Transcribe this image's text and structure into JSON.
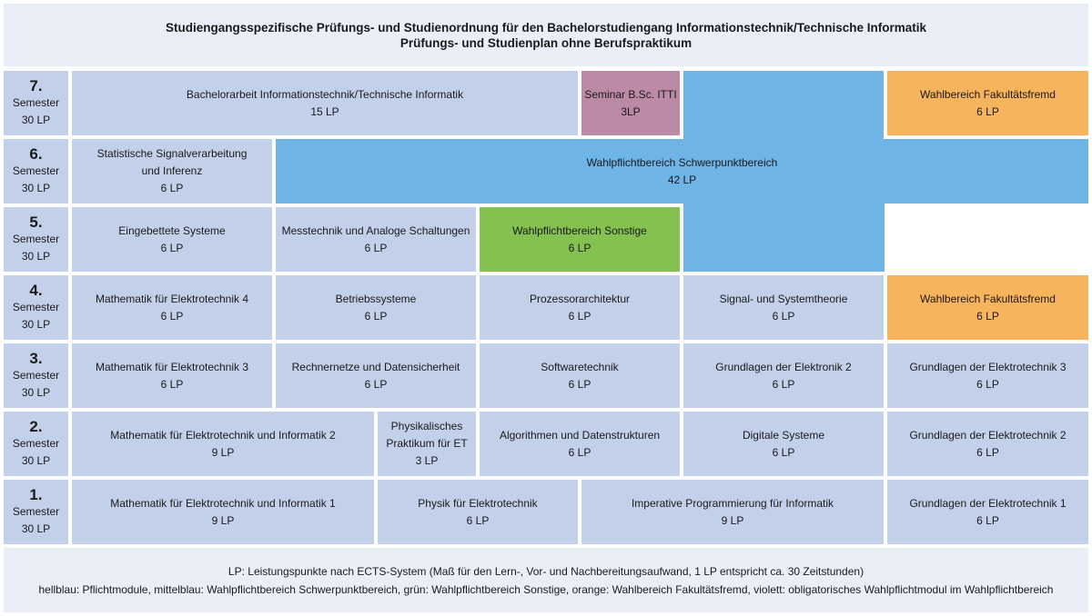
{
  "header": {
    "title_line1": "Studiengangsspezifische Prüfungs- und Studienordnung für den Bachelorstudiengang Informationstechnik/Technische Informatik",
    "title_line2": "Prüfungs- und Studienplan ohne Berufspraktikum"
  },
  "semesters": [
    {
      "number": "7.",
      "label": "Semester",
      "lp": "30 LP"
    },
    {
      "number": "6.",
      "label": "Semester",
      "lp": "30 LP"
    },
    {
      "number": "5.",
      "label": "Semester",
      "lp": "30 LP"
    },
    {
      "number": "4.",
      "label": "Semester",
      "lp": "30 LP"
    },
    {
      "number": "3.",
      "label": "Semester",
      "lp": "30 LP"
    },
    {
      "number": "2.",
      "label": "Semester",
      "lp": "30 LP"
    },
    {
      "number": "1.",
      "label": "Semester",
      "lp": "30 LP"
    }
  ],
  "modules": {
    "s7_bachelorarbeit": {
      "name": "Bachelorarbeit Informationstechnik/Technische Informatik",
      "lp": "15 LP"
    },
    "s7_seminar": {
      "name": "Seminar B.Sc. ITTI",
      "lp": "3LP"
    },
    "s7_fakultaetsfremd": {
      "name": "Wahlbereich Fakultätsfremd",
      "lp": "6 LP"
    },
    "s6_signalverarbeitung": {
      "name": "Statistische Signalverarbeitung\nund Inferenz",
      "lp": "6 LP"
    },
    "schwerpunkt": {
      "name": "Wahlpflichtbereich Schwerpunktbereich",
      "lp": "42 LP"
    },
    "s5_eingebettet": {
      "name": "Eingebettete Systeme",
      "lp": "6 LP"
    },
    "s5_messtechnik": {
      "name": "Messtechnik und Analoge Schaltungen",
      "lp": "6 LP"
    },
    "s5_sonstige": {
      "name": "Wahlpflichtbereich Sonstige",
      "lp": "6 LP"
    },
    "s4_mathe4": {
      "name": "Mathematik für Elektrotechnik 4",
      "lp": "6 LP"
    },
    "s4_betriebssysteme": {
      "name": "Betriebssysteme",
      "lp": "6 LP"
    },
    "s4_prozessor": {
      "name": "Prozessorarchitektur",
      "lp": "6 LP"
    },
    "s4_signal": {
      "name": "Signal- und Systemtheorie",
      "lp": "6 LP"
    },
    "s4_fakultaetsfremd": {
      "name": "Wahlbereich Fakultätsfremd",
      "lp": "6 LP"
    },
    "s3_mathe3": {
      "name": "Mathematik für Elektrotechnik 3",
      "lp": "6 LP"
    },
    "s3_rechnernetze": {
      "name": "Rechnernetze und Datensicherheit",
      "lp": "6 LP"
    },
    "s3_software": {
      "name": "Softwaretechnik",
      "lp": "6 LP"
    },
    "s3_elektronik2": {
      "name": "Grundlagen der Elektronik 2",
      "lp": "6 LP"
    },
    "s3_et3": {
      "name": "Grundlagen der Elektrotechnik 3",
      "lp": "6 LP"
    },
    "s2_mathe2": {
      "name": "Mathematik für Elektrotechnik und Informatik 2",
      "lp": "9 LP"
    },
    "s2_praktikum": {
      "name": "Physikalisches\nPraktikum für ET",
      "lp": "3 LP"
    },
    "s2_algorithmen": {
      "name": "Algorithmen und Datenstrukturen",
      "lp": "6 LP"
    },
    "s2_digital": {
      "name": "Digitale Systeme",
      "lp": "6 LP"
    },
    "s2_et2": {
      "name": "Grundlagen der Elektrotechnik 2",
      "lp": "6 LP"
    },
    "s1_mathe1": {
      "name": "Mathematik für Elektrotechnik und Informatik 1",
      "lp": "9 LP"
    },
    "s1_physik": {
      "name": "Physik für Elektrotechnik",
      "lp": "6 LP"
    },
    "s1_programmierung": {
      "name": "Imperative Programmierung für Informatik",
      "lp": "9 LP"
    },
    "s1_et1": {
      "name": "Grundlagen der Elektrotechnik 1",
      "lp": "6 LP"
    }
  },
  "footer": {
    "line1": "LP: Leistungspunkte nach ECTS-System (Maß für den Lern-, Vor- und Nachbereitungsaufwand, 1 LP entspricht ca. 30 Zeitstunden)",
    "line2": "hellblau: Pflichtmodule, mittelblau: Wahlpflichtbereich Schwerpunktbereich, grün: Wahlpflichtbereich Sonstige, orange: Wahlbereich Fakultätsfremd, violett: obligatorisches Wahlpflichtmodul im Wahlpflichtbereich"
  },
  "colors": {
    "pflicht": "#c3d0ea",
    "schwerpunkt": "#6eb4e6",
    "sonstige": "#85c150",
    "fakultaetsfremd": "#f8b35d",
    "violett": "#bc8aa6",
    "panel": "#e9eef7"
  }
}
